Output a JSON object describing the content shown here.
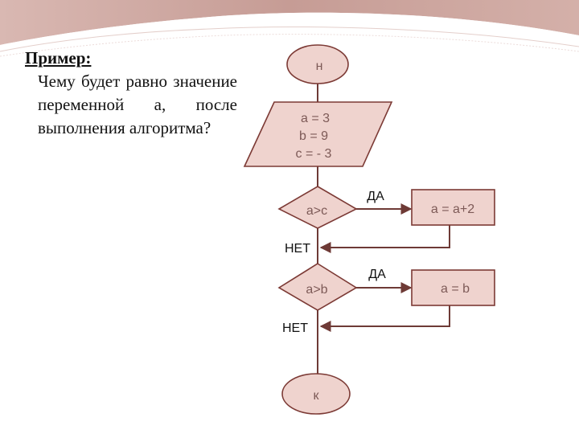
{
  "question": {
    "title": "Пример:",
    "text": "Чему будет равно значение переменной а, после выполнения алгоритма?"
  },
  "flowchart": {
    "start_label": "н",
    "input_lines": [
      "a = 3",
      "b = 9",
      "c = - 3"
    ],
    "decision1_label": "a>c",
    "decision1_yes": "ДА",
    "decision1_no": "НЕТ",
    "process1_label": "a = a+2",
    "decision2_label": "a>b",
    "decision2_yes": "ДА",
    "decision2_no": "НЕТ",
    "process2_label": "a = b",
    "end_label": "к"
  },
  "colors": {
    "shape_fill": "#efd3ce",
    "shape_stroke": "#7c3a35",
    "line": "#6e3a36",
    "text": "#7d5a57",
    "banner": "#c9a29b"
  }
}
